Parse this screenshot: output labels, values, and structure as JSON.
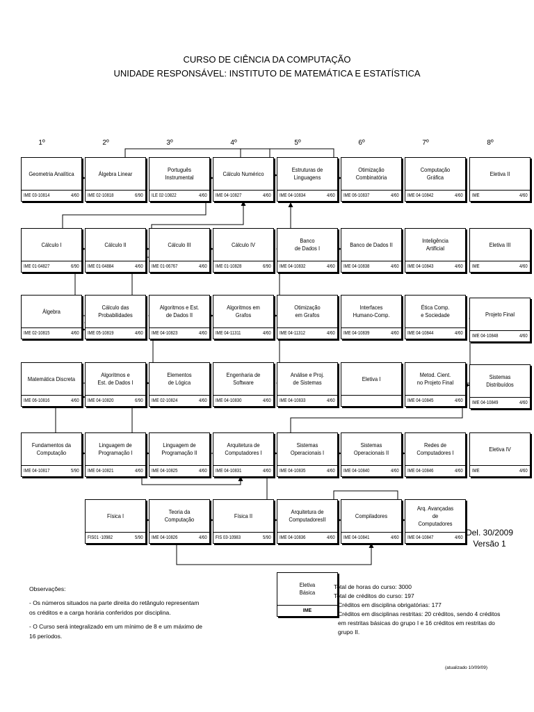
{
  "header": {
    "title_line1": "CURSO DE CIÊNCIA DA COMPUTAÇÃO",
    "title_line2": "UNIDADE RESPONSÁVEL: INSTITUTO DE MATEMÁTICA E ESTATÍSTICA"
  },
  "semesters": [
    "1º",
    "2º",
    "3º",
    "4º",
    "5º",
    "6º",
    "7º",
    "8º"
  ],
  "courses": [
    {
      "id": "ga",
      "col": 0,
      "row": 0,
      "name": "Geometria Analítica",
      "code": "IME 03-10814",
      "credits": "4/60"
    },
    {
      "id": "al",
      "col": 1,
      "row": 0,
      "name": "Álgebra Linear",
      "code": "IME 02-10818",
      "credits": "6/90"
    },
    {
      "id": "pi",
      "col": 2,
      "row": 0,
      "name": "Português\nInstrumental",
      "code": "ILE 02-10822",
      "credits": "4/60"
    },
    {
      "id": "cn",
      "col": 3,
      "row": 0,
      "name": "Cálculo Numérico",
      "code": "IME 04-10827",
      "credits": "4/60"
    },
    {
      "id": "el",
      "col": 4,
      "row": 0,
      "name": "Estruturas de\nLinguagens",
      "code": "IME 04-10834",
      "credits": "4/60"
    },
    {
      "id": "oc",
      "col": 5,
      "row": 0,
      "name": "Otimização\nCombinatória",
      "code": "IME 06-10837",
      "credits": "4/60"
    },
    {
      "id": "cg",
      "col": 6,
      "row": 0,
      "name": "Computação\nGráfica",
      "code": "IME 04-10842",
      "credits": "4/60"
    },
    {
      "id": "e2",
      "col": 7,
      "row": 0,
      "name": "Eletiva II",
      "code": "IME",
      "credits": "4/60"
    },
    {
      "id": "c1",
      "col": 0,
      "row": 1,
      "name": "Cálculo I",
      "code": "IME 01-04827",
      "credits": "6/90"
    },
    {
      "id": "c2",
      "col": 1,
      "row": 1,
      "name": "Cálculo II",
      "code": "IME 01-04884",
      "credits": "4/60"
    },
    {
      "id": "c3",
      "col": 2,
      "row": 1,
      "name": "Cálculo III",
      "code": "IME 01-06767",
      "credits": "4/60"
    },
    {
      "id": "c4",
      "col": 3,
      "row": 1,
      "name": "Cálculo IV",
      "code": "IME 01-10828",
      "credits": "6/90"
    },
    {
      "id": "bd1",
      "col": 4,
      "row": 1,
      "name": "Banco\nde Dados I",
      "code": "IME 04-10832",
      "credits": "4/60"
    },
    {
      "id": "bd2",
      "col": 5,
      "row": 1,
      "name": "Banco de Dados II",
      "code": "IME 04-10838",
      "credits": "4/60"
    },
    {
      "id": "ia",
      "col": 6,
      "row": 1,
      "name": "Inteligência\nArtificial",
      "code": "IME 04-10843",
      "credits": "4/60"
    },
    {
      "id": "e3",
      "col": 7,
      "row": 1,
      "name": "Eletiva III",
      "code": "IME",
      "credits": "4/60"
    },
    {
      "id": "alg",
      "col": 0,
      "row": 2,
      "name": "Álgebra",
      "code": "IME 02-10815",
      "credits": "4/60"
    },
    {
      "id": "cp",
      "col": 1,
      "row": 2,
      "name": "Cálculo das\nProbabilidades",
      "code": "IME 05-10819",
      "credits": "4/60"
    },
    {
      "id": "aed2",
      "col": 2,
      "row": 2,
      "name": "Algoritmos e Est.\nde Dados II",
      "code": "IME 04-10823",
      "credits": "4/60"
    },
    {
      "id": "ag",
      "col": 3,
      "row": 2,
      "name": "Algoritmos em\nGrafos",
      "code": "IME 04-11311",
      "credits": "4/60"
    },
    {
      "id": "og",
      "col": 4,
      "row": 2,
      "name": "Otimização\nem Grafos",
      "code": "IME 04-11312",
      "credits": "4/60"
    },
    {
      "id": "ihc",
      "col": 5,
      "row": 2,
      "name": "Interfaces\nHumano-Comp.",
      "code": "IME 04-10839",
      "credits": "4/60"
    },
    {
      "id": "ecs",
      "col": 6,
      "row": 2,
      "name": "Ética Comp.\ne Sociedade",
      "code": "IME 04-10844",
      "credits": "4/60"
    },
    {
      "id": "pf",
      "col": 7,
      "row": 2,
      "name": "Projeto Final",
      "code": "IME 04-10848",
      "credits": "4/60"
    },
    {
      "id": "md",
      "col": 0,
      "row": 3,
      "name": "Matemática Discreta",
      "code": "IME 06-10816",
      "credits": "4/60"
    },
    {
      "id": "aed1",
      "col": 1,
      "row": 3,
      "name": "Algoritmos e\nEst. de Dados I",
      "code": "IME 04-10820",
      "credits": "6/90"
    },
    {
      "id": "elog",
      "col": 2,
      "row": 3,
      "name": "Elementos\nde Lógica",
      "code": "IME 02-10824",
      "credits": "4/60"
    },
    {
      "id": "es",
      "col": 3,
      "row": 3,
      "name": "Engenharia de\nSoftware",
      "code": "IME 04-10830",
      "credits": "4/60"
    },
    {
      "id": "aps",
      "col": 4,
      "row": 3,
      "name": "Análise e Proj.\nde Sistemas",
      "code": "IME 04-10833",
      "credits": "4/60"
    },
    {
      "id": "e1",
      "col": 5,
      "row": 3,
      "name": "Eletiva I",
      "code": "",
      "credits": ""
    },
    {
      "id": "mc",
      "col": 6,
      "row": 3,
      "name": "Metod. Cient.\nno Projeto Final",
      "code": "IME 04-10845",
      "credits": "4/60"
    },
    {
      "id": "sd",
      "col": 7,
      "row": 3,
      "name": "Sistemas\nDistribuídos",
      "code": "IME 04-10849",
      "credits": "4/60"
    },
    {
      "id": "fc",
      "col": 0,
      "row": 4,
      "name": "Fundamentos da\nComputação",
      "code": "IME 04-10817",
      "credits": "5/90"
    },
    {
      "id": "lp1",
      "col": 1,
      "row": 4,
      "name": "Linguagem de\nProgramação I",
      "code": "IME 04-10821",
      "credits": "4/60"
    },
    {
      "id": "lp2",
      "col": 2,
      "row": 4,
      "name": "Linguagem de\nProgramação II",
      "code": "IME 04-10825",
      "credits": "4/60"
    },
    {
      "id": "ac1",
      "col": 3,
      "row": 4,
      "name": "Arquitetura de\nComputadores I",
      "code": "IME 04-10831",
      "credits": "4/60"
    },
    {
      "id": "so1",
      "col": 4,
      "row": 4,
      "name": "Sistemas\nOperacionais I",
      "code": "IME 04-10835",
      "credits": "4/60"
    },
    {
      "id": "so2",
      "col": 5,
      "row": 4,
      "name": "Sistemas\nOperacionais II",
      "code": "IME 04-10840",
      "credits": "4/60"
    },
    {
      "id": "rc1",
      "col": 6,
      "row": 4,
      "name": "Redes de\nComputadores I",
      "code": "IME 04-10846",
      "credits": "4/60"
    },
    {
      "id": "e4",
      "col": 7,
      "row": 4,
      "name": "Eletiva IV",
      "code": "IME",
      "credits": "4/60"
    },
    {
      "id": "f1",
      "col": 1,
      "row": 5,
      "name": "Física I",
      "code": "FIS01 -10982",
      "credits": "5/90"
    },
    {
      "id": "tc",
      "col": 2,
      "row": 5,
      "name": "Teoria da\nComputação",
      "code": "IME 04-10826",
      "credits": "4/60"
    },
    {
      "id": "f2",
      "col": 3,
      "row": 5,
      "name": "Física II",
      "code": "FIS 03-10983",
      "credits": "5/90"
    },
    {
      "id": "ac2",
      "col": 4,
      "row": 5,
      "name": "Arquitetura de\nComputadoresII",
      "code": "IME 04-10836",
      "credits": "4/60"
    },
    {
      "id": "comp",
      "col": 5,
      "row": 5,
      "name": "Compiladores",
      "code": "IME 04-10841",
      "credits": "4/60"
    },
    {
      "id": "aac",
      "col": 6,
      "row": 5,
      "name": "Arq. Avançadas\nde\nComputadores",
      "code": "IME 04-10847",
      "credits": "4/60"
    },
    {
      "id": "eb",
      "col": 4,
      "row": 6,
      "name": "Eletiva\nBásica",
      "code": "IME",
      "credits": ""
    }
  ],
  "deliberation": {
    "line1": "Del. 30/2009",
    "line2": "Versão 1"
  },
  "observations": {
    "heading": "Observações:",
    "note1": "- Os números situados na parte direita do retângulo representam os créditos e a carga horária conferidos por disciplina.",
    "note2": "- O Curso será integralizado em um mínimo de 8 e um máximo de 16 períodos."
  },
  "totals": {
    "hours": "Total de horas do curso: 3000",
    "credits": "Total de créditos do curso: 197",
    "mandatory": "Créditos em disciplina obrigatórias: 177",
    "restricted": "Créditos em disciplinas restritas: 20 créditos, sendo 4 créditos em restritas básicas do grupo I e 16 créditos em restritas do grupo II."
  },
  "updated": "(atualizado 10/09/09)"
}
